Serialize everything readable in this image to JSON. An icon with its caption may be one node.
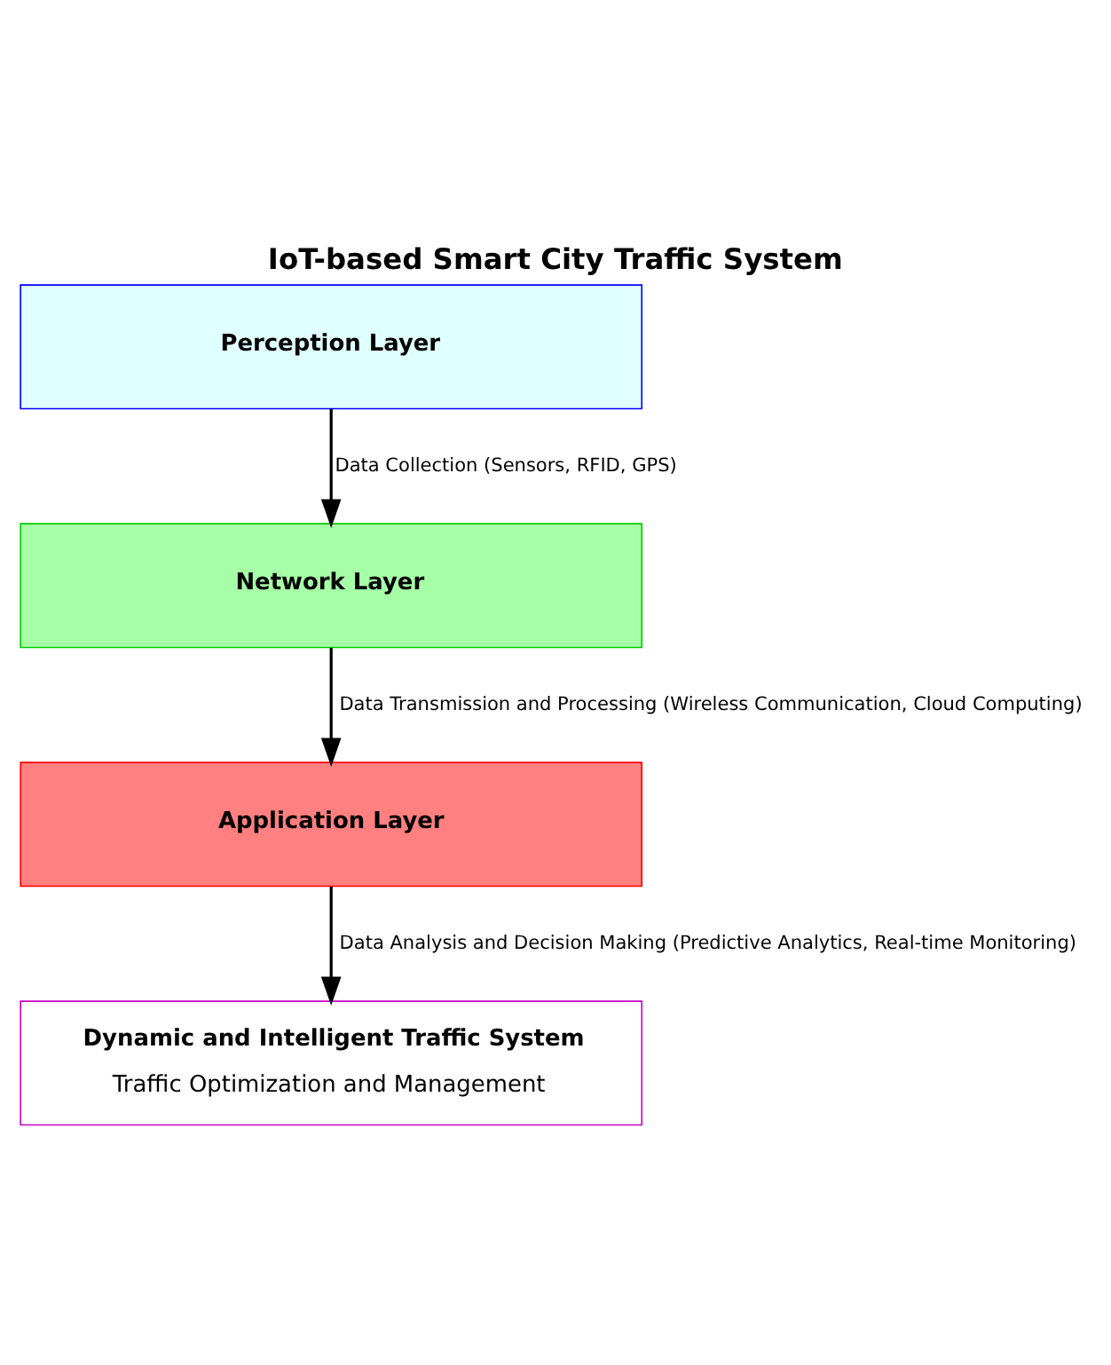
{
  "diagram": {
    "title": "IoT-based Smart City Traffic System",
    "nodes": [
      {
        "text": [
          "Perception Layer"
        ]
      },
      {
        "text": [
          "Network Layer"
        ]
      },
      {
        "text": [
          "Application Layer"
        ]
      },
      {
        "text": [
          "Dynamic and Intelligent Traffic System",
          "Traffic Optimization and Management"
        ]
      }
    ],
    "edges": [
      {
        "from": 0,
        "to": 1,
        "arrow": "to",
        "label": "Data Collection (Sensors, RFID, GPS)"
      },
      {
        "from": 1,
        "to": 2,
        "arrow": "to",
        "label": "Data Transmission and Processing (Wireless Communication, Cloud Computing)"
      },
      {
        "from": 2,
        "to": 3,
        "arrow": "to",
        "label": "Data Analysis and Decision Making (Predictive Analytics, Real-time Monitoring)"
      }
    ]
  }
}
